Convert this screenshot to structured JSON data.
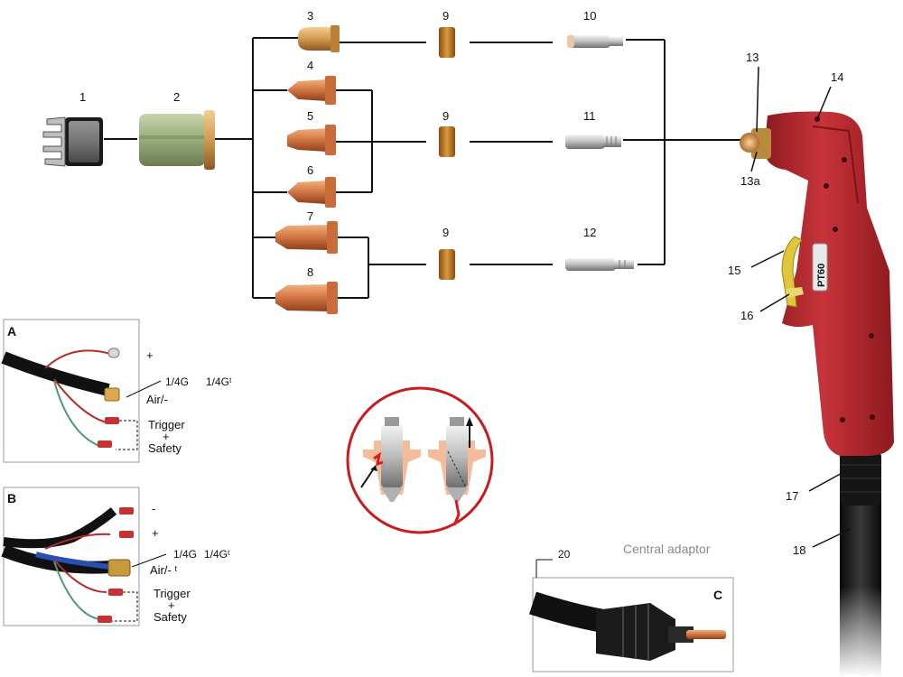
{
  "part_numbers": [
    "1",
    "2",
    "3",
    "4",
    "5",
    "6",
    "7",
    "8",
    "9",
    "9",
    "9",
    "10",
    "11",
    "12",
    "13",
    "13a",
    "14",
    "15",
    "16",
    "17",
    "18",
    "20"
  ],
  "torch_brand": "PT60",
  "inset_a": {
    "letter": "A",
    "plus": "+",
    "thread_1": "1/4G",
    "thread_2": "1/4Gᵗ",
    "air": "Air/-",
    "trigger": "Trigger",
    "and": "+",
    "safety": "Safety"
  },
  "inset_b": {
    "letter": "B",
    "minus": "-",
    "plus": "+",
    "thread_1": "1/4G",
    "thread_2": "1/4Gᵗ",
    "air": "Air/- ᵗ",
    "trigger": "Trigger",
    "and": "+",
    "safety": "Safety"
  },
  "inset_c": {
    "letter": "C",
    "caption": "Central adaptor"
  },
  "colors": {
    "copper": "#c8693a",
    "torch_red": "#b8252c",
    "insulator_green": "#9aae7e",
    "swirl_ring": "#c07a22",
    "lines": "#111111",
    "circle_red": "#c91b1b"
  },
  "icons": [
    "shield-cup-icon",
    "retaining-cup-icon",
    "nozzle-icon",
    "swirl-ring-icon",
    "electrode-icon",
    "torch-icon",
    "cable-icon",
    "connector-icon"
  ]
}
